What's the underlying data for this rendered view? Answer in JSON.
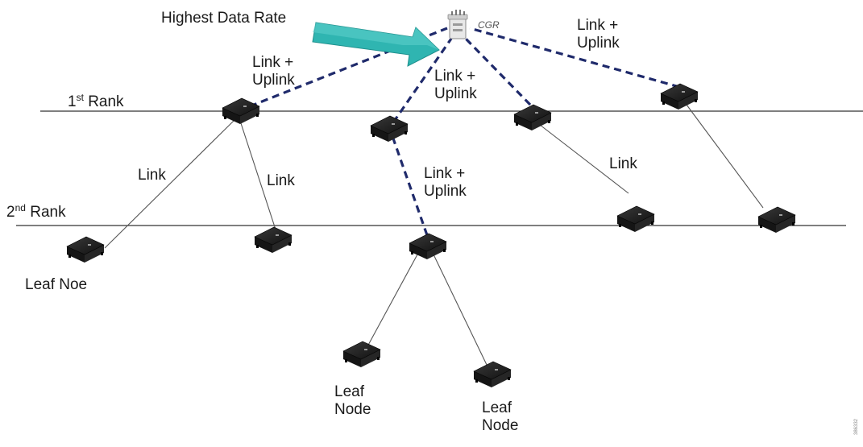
{
  "diagram": {
    "highest_rate_label": "Highest Data Rate",
    "cgr_label": "CGR",
    "ranks": [
      {
        "main": "1",
        "suffix": "st",
        "rest": " Rank"
      },
      {
        "main": "2",
        "suffix": "nd",
        "rest": " Rank"
      }
    ],
    "labels": {
      "link_uplink_1": "Link +",
      "link_uplink_2": "Uplink",
      "link": "Link",
      "leaf_noe": "Leaf Noe",
      "leaf": "Leaf",
      "node": "Node"
    },
    "figure_id": "386332",
    "colors": {
      "arrow": "#2fb5b1",
      "dashed_link": "#1f2a6b",
      "thin_link": "#555555",
      "rank_line": "#333333",
      "device": "#1e1e1e"
    }
  }
}
